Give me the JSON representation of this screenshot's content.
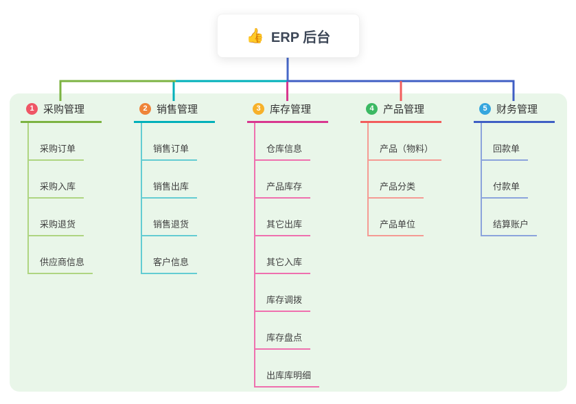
{
  "root": {
    "label": "ERP 后台",
    "icon_glyph": "👍"
  },
  "colors": {
    "panel_bg": "#e9f6e9",
    "stem": "#4667c8",
    "root_text": "#3d4757"
  },
  "branches": [
    {
      "index": "1",
      "title": "采购管理",
      "badge_color": "#ef5666",
      "line_color": "#7cb342",
      "child_line_color": "#aed581",
      "children": [
        "采购订单",
        "采购入库",
        "采购退货",
        "供应商信息"
      ]
    },
    {
      "index": "2",
      "title": "销售管理",
      "badge_color": "#ef8439",
      "line_color": "#00b0ba",
      "child_line_color": "#63ccd2",
      "children": [
        "销售订单",
        "销售出库",
        "销售退货",
        "客户信息"
      ]
    },
    {
      "index": "3",
      "title": "库存管理",
      "badge_color": "#f7b12a",
      "line_color": "#d8378f",
      "child_line_color": "#ef6fae",
      "children": [
        "仓库信息",
        "产品库存",
        "其它出库",
        "其它入库",
        "库存调拨",
        "库存盘点",
        "出库库明细"
      ]
    },
    {
      "index": "4",
      "title": "产品管理",
      "badge_color": "#3cb963",
      "line_color": "#f25c5c",
      "child_line_color": "#f59a93",
      "children": [
        "产品（物料）",
        "产品分类",
        "产品单位"
      ]
    },
    {
      "index": "5",
      "title": "财务管理",
      "badge_color": "#36a6de",
      "line_color": "#3f5ec4",
      "child_line_color": "#8ba3dc",
      "children": [
        "回款单",
        "付款单",
        "结算账户"
      ]
    }
  ]
}
